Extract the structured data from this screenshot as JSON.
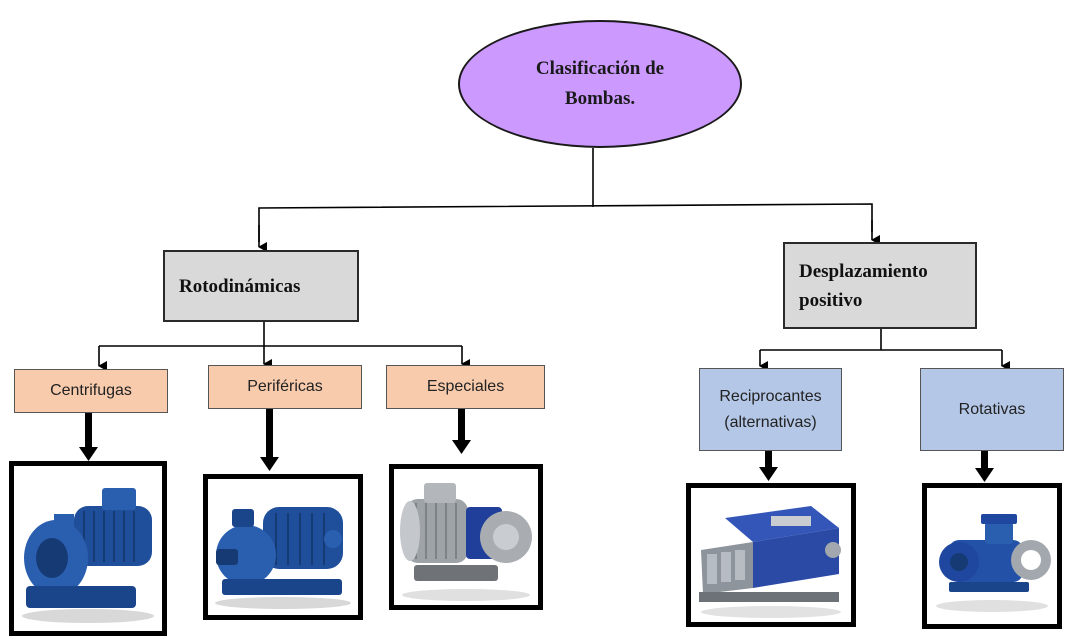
{
  "root": {
    "line1": "Clasificación de",
    "line2": "Bombas."
  },
  "categories": [
    {
      "line1": "Rotodinámicas",
      "line2": ""
    },
    {
      "line1": "Desplazamiento",
      "line2": "positivo"
    }
  ],
  "subtypes": [
    {
      "line1": "Centrifugas",
      "line2": ""
    },
    {
      "line1": "Periféricas",
      "line2": ""
    },
    {
      "line1": "Especiales",
      "line2": ""
    },
    {
      "line1": "Reciprocantes",
      "line2": "(alternativas)"
    },
    {
      "line1": "Rotativas",
      "line2": ""
    }
  ],
  "images": [
    {
      "icon": "centrifugal-pump-icon"
    },
    {
      "icon": "peripheral-pump-icon"
    },
    {
      "icon": "special-magnetic-pump-icon"
    },
    {
      "icon": "reciprocating-pump-icon"
    },
    {
      "icon": "rotary-gear-pump-icon"
    }
  ],
  "colors": {
    "root": "#cc99ff",
    "category": "#d9d9d9",
    "subtype_roto": "#f8cbad",
    "subtype_desp": "#b4c7e7",
    "pump_blue": "#1f4f9a"
  }
}
